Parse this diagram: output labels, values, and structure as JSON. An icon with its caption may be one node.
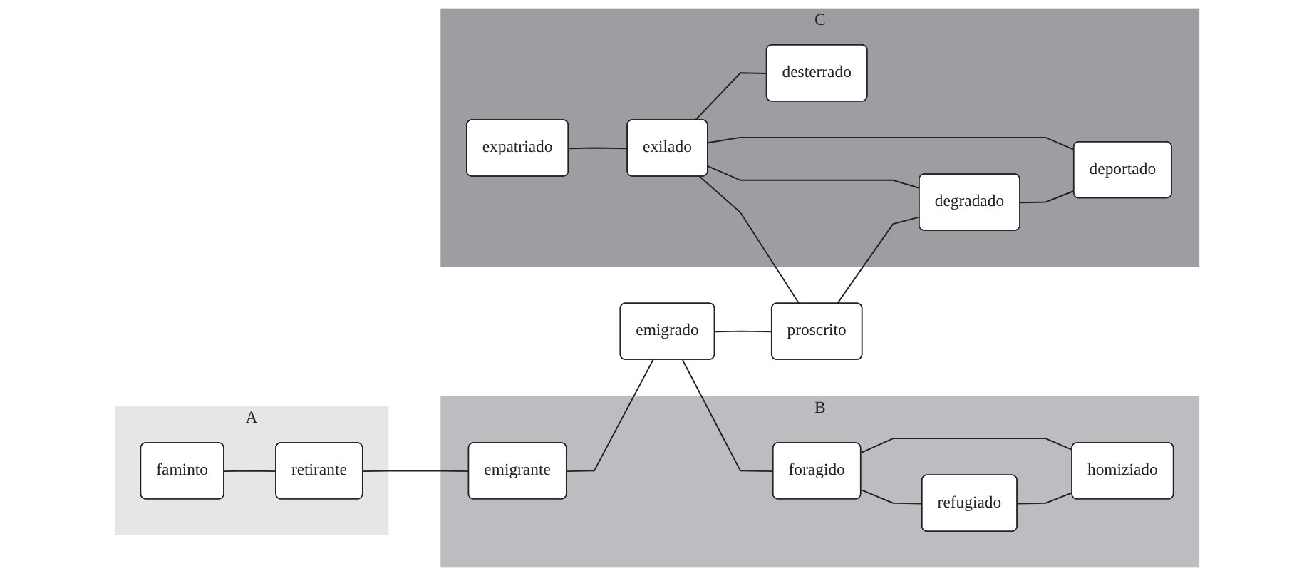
{
  "diagram": {
    "nodes": [
      {
        "text": [
          "A"
        ]
      },
      {
        "text": [
          "faminto"
        ],
        "in": 0
      },
      {
        "text": [
          "retirante"
        ],
        "in": 0
      },
      {
        "text": [
          "B"
        ]
      },
      {
        "text": [
          "emigrante"
        ],
        "in": 3
      },
      {
        "text": [
          "foragido"
        ],
        "in": 3
      },
      {
        "text": [
          "refugiado"
        ],
        "in": 3
      },
      {
        "text": [
          "homiziado"
        ],
        "in": 3
      },
      {
        "text": [
          "C"
        ]
      },
      {
        "text": [
          "expatriado"
        ],
        "in": 8
      },
      {
        "text": [
          "exilado"
        ],
        "in": 8
      },
      {
        "text": [
          "desterrado"
        ],
        "in": 8
      },
      {
        "text": [
          "deportado"
        ],
        "in": 8
      },
      {
        "text": [
          "degradado"
        ],
        "in": 8
      },
      {
        "text": [
          "emigrado"
        ]
      },
      {
        "text": [
          "proscrito"
        ]
      }
    ],
    "edges": [
      {
        "from": 1,
        "to": 2,
        "arrow": "none"
      },
      {
        "from": 2,
        "to": 4,
        "arrow": "none"
      },
      {
        "from": 4,
        "to": 14,
        "arrow": "none"
      },
      {
        "from": 14,
        "to": 5,
        "arrow": "none"
      },
      {
        "from": 14,
        "to": 15,
        "arrow": "none"
      },
      {
        "from": 5,
        "to": 6,
        "arrow": "none"
      },
      {
        "from": 5,
        "to": 7,
        "arrow": "none"
      },
      {
        "from": 6,
        "to": 7,
        "arrow": "none"
      },
      {
        "from": 9,
        "to": 10,
        "arrow": "none"
      },
      {
        "from": 10,
        "to": 11,
        "arrow": "none"
      },
      {
        "from": 10,
        "to": 15,
        "arrow": "none"
      },
      {
        "from": 10,
        "to": 13,
        "arrow": "none"
      },
      {
        "from": 10,
        "to": 12,
        "arrow": "none"
      },
      {
        "from": 15,
        "to": 13,
        "arrow": "none"
      },
      {
        "from": 13,
        "to": 12,
        "arrow": "none"
      }
    ]
  }
}
